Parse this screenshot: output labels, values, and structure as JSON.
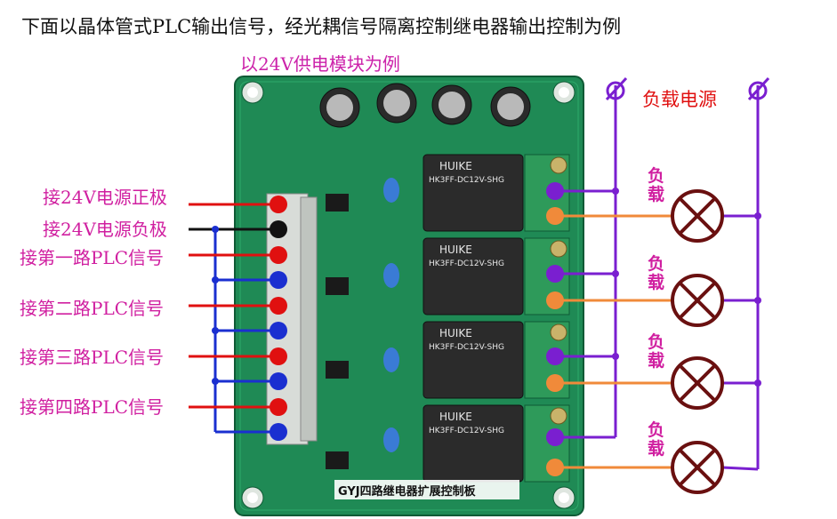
{
  "title": "下面以晶体管式PLC输出信号，经光耦信号隔离控制继电器输出控制为例",
  "subtitle": "以24V供电模块为例",
  "board_label": "GYJ四路继电器扩展控制板",
  "power_source_label": "负载电源",
  "wire_labels": [
    "接24V电源正极",
    "接24V电源负极",
    "接第一路PLC信号",
    "接第二路PLC信号",
    "接第三路PLC信号",
    "接第四路PLC信号"
  ],
  "load_labels": [
    {
      "top": "负",
      "bottom": "载"
    },
    {
      "top": "负",
      "bottom": "载"
    },
    {
      "top": "负",
      "bottom": "载"
    },
    {
      "top": "负",
      "bottom": "载"
    }
  ],
  "relays": [
    {
      "brand": "HUIKE",
      "model": "HK3FF-DC12V-SHG"
    },
    {
      "brand": "HUIKE",
      "model": "HK3FF-DC12V-SHG"
    },
    {
      "brand": "HUIKE",
      "model": "HK3FF-DC12V-SHG"
    },
    {
      "brand": "HUIKE",
      "model": "HK3FF-DC12V-SHG"
    }
  ],
  "colors": {
    "board": "#1f8a55",
    "positive_wire": "#e01010",
    "negative_wire": "#111111",
    "signal_wire": "#1a2fd0",
    "load_wire_purple": "#7a1fd0",
    "load_wire_orange": "#f08a3a",
    "lamp": "#6a1010",
    "label_magenta": "#d01fa0"
  }
}
